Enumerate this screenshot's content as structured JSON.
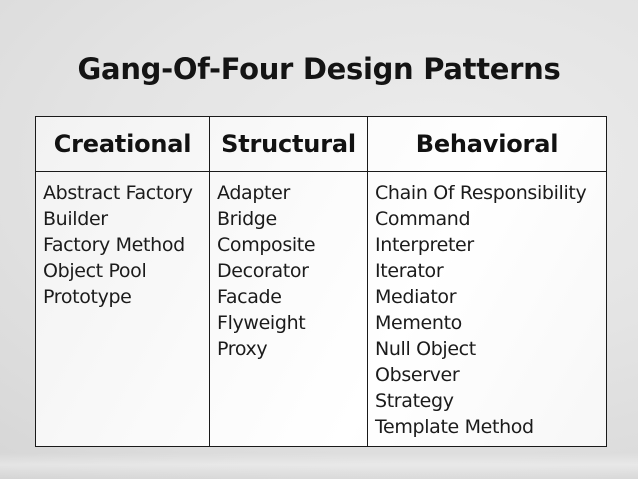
{
  "slide": {
    "title": "Gang-Of-Four Design Patterns",
    "background_color": "#e4e4e4",
    "text_color": "#141414"
  },
  "table": {
    "border_color": "#1a1a1a",
    "cell_background": "#fbfbfb",
    "columns": [
      {
        "header": "Creational",
        "items": [
          "Abstract Factory",
          "Builder",
          "Factory Method",
          "Object Pool",
          "Prototype"
        ]
      },
      {
        "header": "Structural",
        "items": [
          "Adapter",
          "Bridge",
          "Composite",
          "Decorator",
          "Facade",
          "Flyweight",
          "Proxy"
        ]
      },
      {
        "header": "Behavioral",
        "items": [
          "Chain Of Responsibility",
          "Command",
          "Interpreter",
          "Iterator",
          "Mediator",
          "Memento",
          "Null Object",
          "Observer",
          "Strategy",
          "Template Method"
        ]
      }
    ]
  }
}
